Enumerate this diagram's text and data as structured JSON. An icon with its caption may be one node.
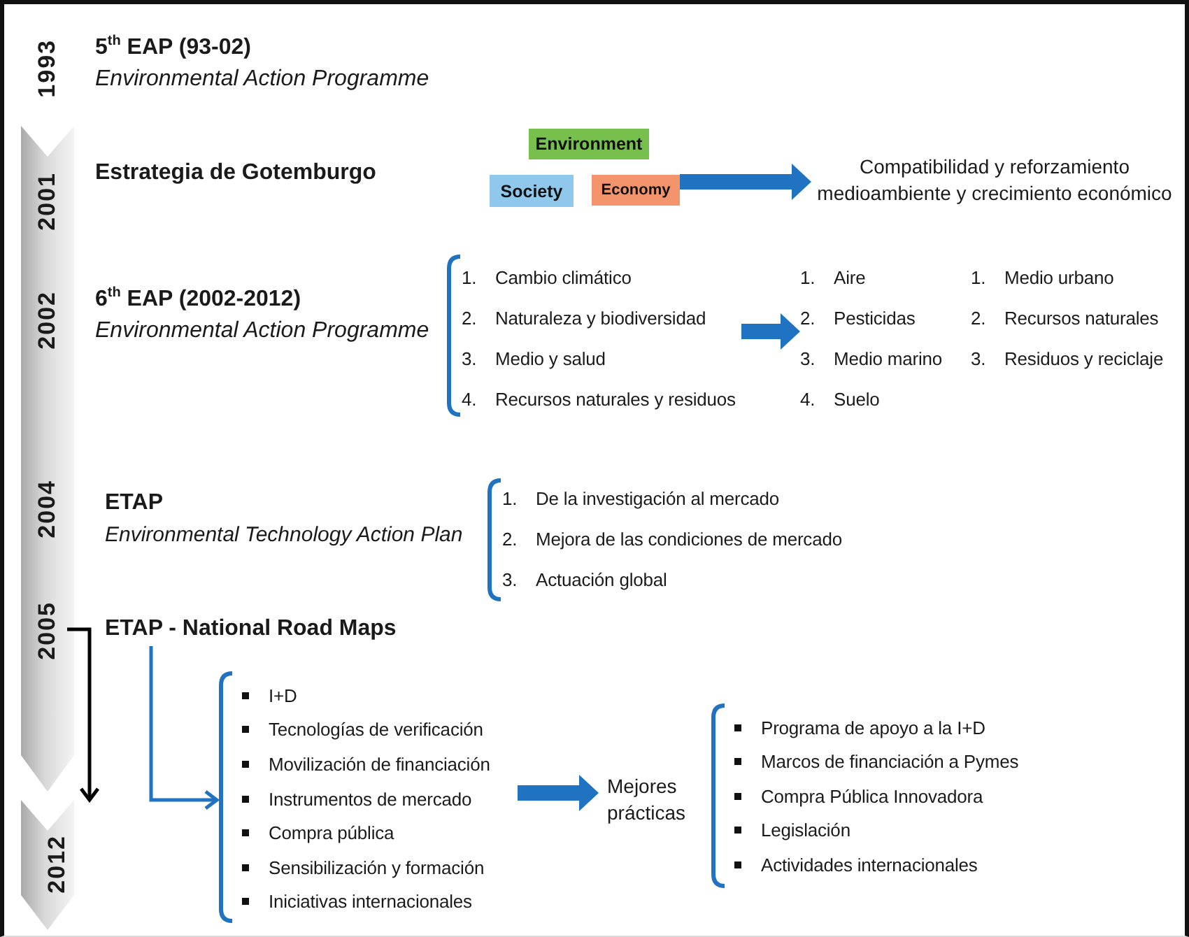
{
  "diagram": {
    "nodes": [
      {
        "text": [
          "5$^{th}$ EAP (93-02)",
          "Environmental Action Programme"
        ]
      },
      {
        "text": [
          "Estrategia de Gotemburgo"
        ]
      },
      {
        "text": [
          "Environment"
        ]
      },
      {
        "text": [
          "Society"
        ]
      },
      {
        "text": [
          "Economy"
        ]
      },
      {
        "text": [
          "Compatibilidad y reforzamiento medioambiente y crecimiento económico"
        ]
      },
      {
        "text": [
          "6$^{th}$ EAP (2002-2012)",
          "Environmental Action Programme"
        ]
      },
      {
        "text": [
          "1. Cambio climático",
          "2. Naturaleza y biodiversidad",
          "3. Medio y salud",
          "4. Recursos naturales y residuos"
        ]
      },
      {
        "text": [
          "1. Aire",
          "2. Pesticidas",
          "3. Medio marino",
          "4. Suelo"
        ]
      },
      {
        "text": [
          "1. Medio urbano",
          "2. Recursos naturales",
          "3. Residuos y reciclaje"
        ]
      },
      {
        "text": [
          "ETAP",
          "Environmental Technology Action Plan"
        ]
      },
      {
        "text": [
          "1. De la investigación al mercado",
          "2. Mejora de las condiciones de mercado",
          "3. Actuación global"
        ]
      },
      {
        "text": [
          "ETAP - National Road Maps"
        ]
      },
      {
        "text": [
          "I+D",
          "Tecnologías de verificación",
          "Movilización de financiación",
          "Instrumentos de mercado",
          "Compra pública",
          "Sensibilización y formación",
          "Iniciativas internacionales"
        ]
      },
      {
        "text": [
          "Mejores prácticas"
        ]
      },
      {
        "text": [
          "Programa de apoyo a la I+D",
          "Marcos de financiación a Pymes",
          "Compra Pública Innovadora",
          "Legislación",
          "Actividades internacionales"
        ]
      },
      {
        "text": [
          "1993"
        ]
      },
      {
        "text": [
          "2001"
        ]
      },
      {
        "text": [
          "2002"
        ]
      },
      {
        "text": [
          "2004"
        ]
      },
      {
        "text": [
          "2005"
        ]
      },
      {
        "text": [
          "2012"
        ]
      }
    ],
    "edges": [
      {
        "from": 4,
        "to": 5,
        "arrow": "to"
      },
      {
        "from": 7,
        "to": 8,
        "arrow": "to"
      },
      {
        "from": 12,
        "to": 13,
        "arrow": "to"
      },
      {
        "from": 13,
        "to": 14,
        "arrow": "to"
      },
      {
        "from": 20,
        "to": 21,
        "arrow": "to",
        "color": "#000000"
      }
    ]
  }
}
